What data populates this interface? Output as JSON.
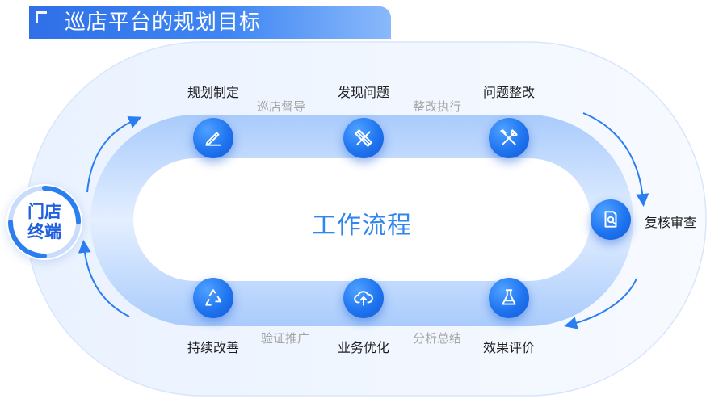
{
  "header": {
    "title": "巡店平台的规划目标"
  },
  "center_label": "工作流程",
  "terminal": {
    "line1": "门店",
    "line2": "终端"
  },
  "steps": [
    {
      "label": "规划制定",
      "icon": "pencil-icon"
    },
    {
      "label": "发现问题",
      "icon": "pencil-ruler-icon"
    },
    {
      "label": "问题整改",
      "icon": "wrench-screwdriver-icon"
    },
    {
      "label": "复核审查",
      "icon": "document-search-icon"
    },
    {
      "label": "效果评价",
      "icon": "flask-icon"
    },
    {
      "label": "业务优化",
      "icon": "cloud-upload-icon"
    },
    {
      "label": "持续改善",
      "icon": "recycle-icon"
    }
  ],
  "connectors": {
    "top_left": "巡店督导",
    "top_right": "整改执行",
    "bottom_left": "验证推广",
    "bottom_right": "分析总结"
  },
  "colors": {
    "primary": "#1f74f0",
    "banner": "#2f6fe8",
    "track": "#cfe2fd",
    "center_text": "#2f86f0",
    "muted_text": "#a5a5a5"
  }
}
